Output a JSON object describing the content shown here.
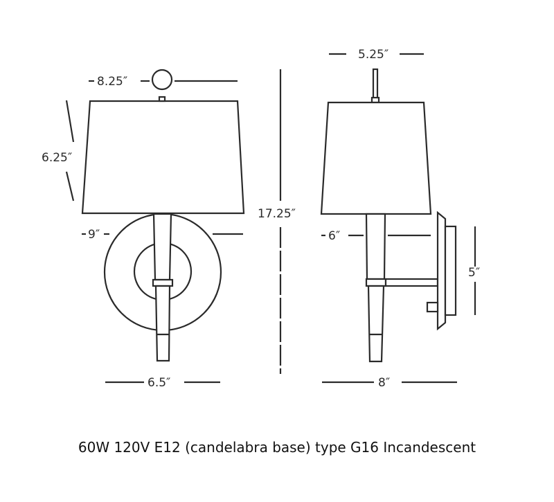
{
  "front_view": {
    "shade_width": "8.25″",
    "shade_height": "6.25″",
    "backplate_diameter": "9″",
    "base_width": "6.5″"
  },
  "overall_height": "17.25″",
  "side_view": {
    "shade_width": "5.25″",
    "projection_at_shade": "6″",
    "backplate_height": "5″",
    "extension": "8″"
  },
  "caption": "60W 120V E12 (candelabra base) type G16 Incandescent"
}
